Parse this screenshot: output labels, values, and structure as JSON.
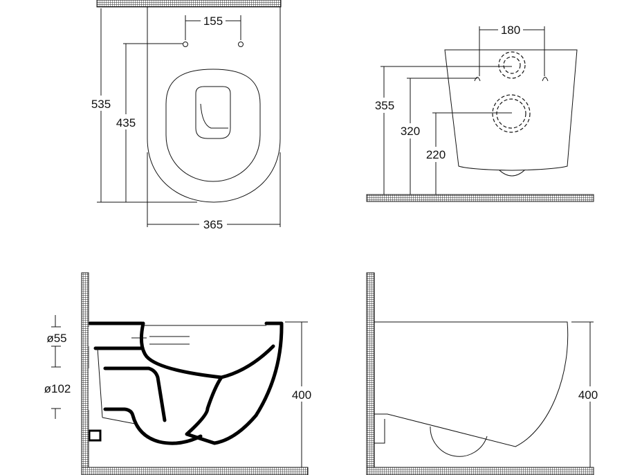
{
  "views": {
    "top": {
      "width_label": "365",
      "depth_label": "535",
      "hole_distance_label": "435",
      "hole_spacing_label": "155"
    },
    "back": {
      "hole_spacing_label": "180",
      "top_hole_height_label": "355",
      "fixing_height_label": "320",
      "drain_height_label": "220"
    },
    "section": {
      "inlet_diameter_label": "ø55",
      "outlet_diameter_label": "ø102",
      "height_label": "400"
    },
    "side": {
      "height_label": "400"
    }
  },
  "colors": {
    "line": "#111111",
    "background": "#ffffff"
  }
}
